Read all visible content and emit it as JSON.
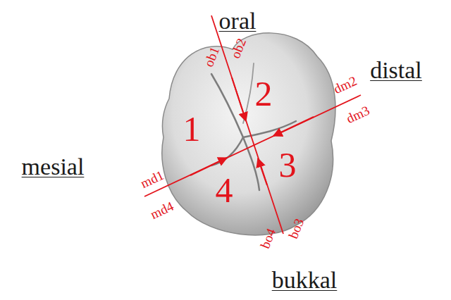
{
  "diagram": {
    "labels": [
      "oral",
      "distal",
      "mesial",
      "bukkal",
      "ob1",
      "ob2",
      "dm2",
      "dm3",
      "md1",
      "md4",
      "bo4",
      "bo3",
      "1",
      "2",
      "3",
      "4"
    ]
  }
}
